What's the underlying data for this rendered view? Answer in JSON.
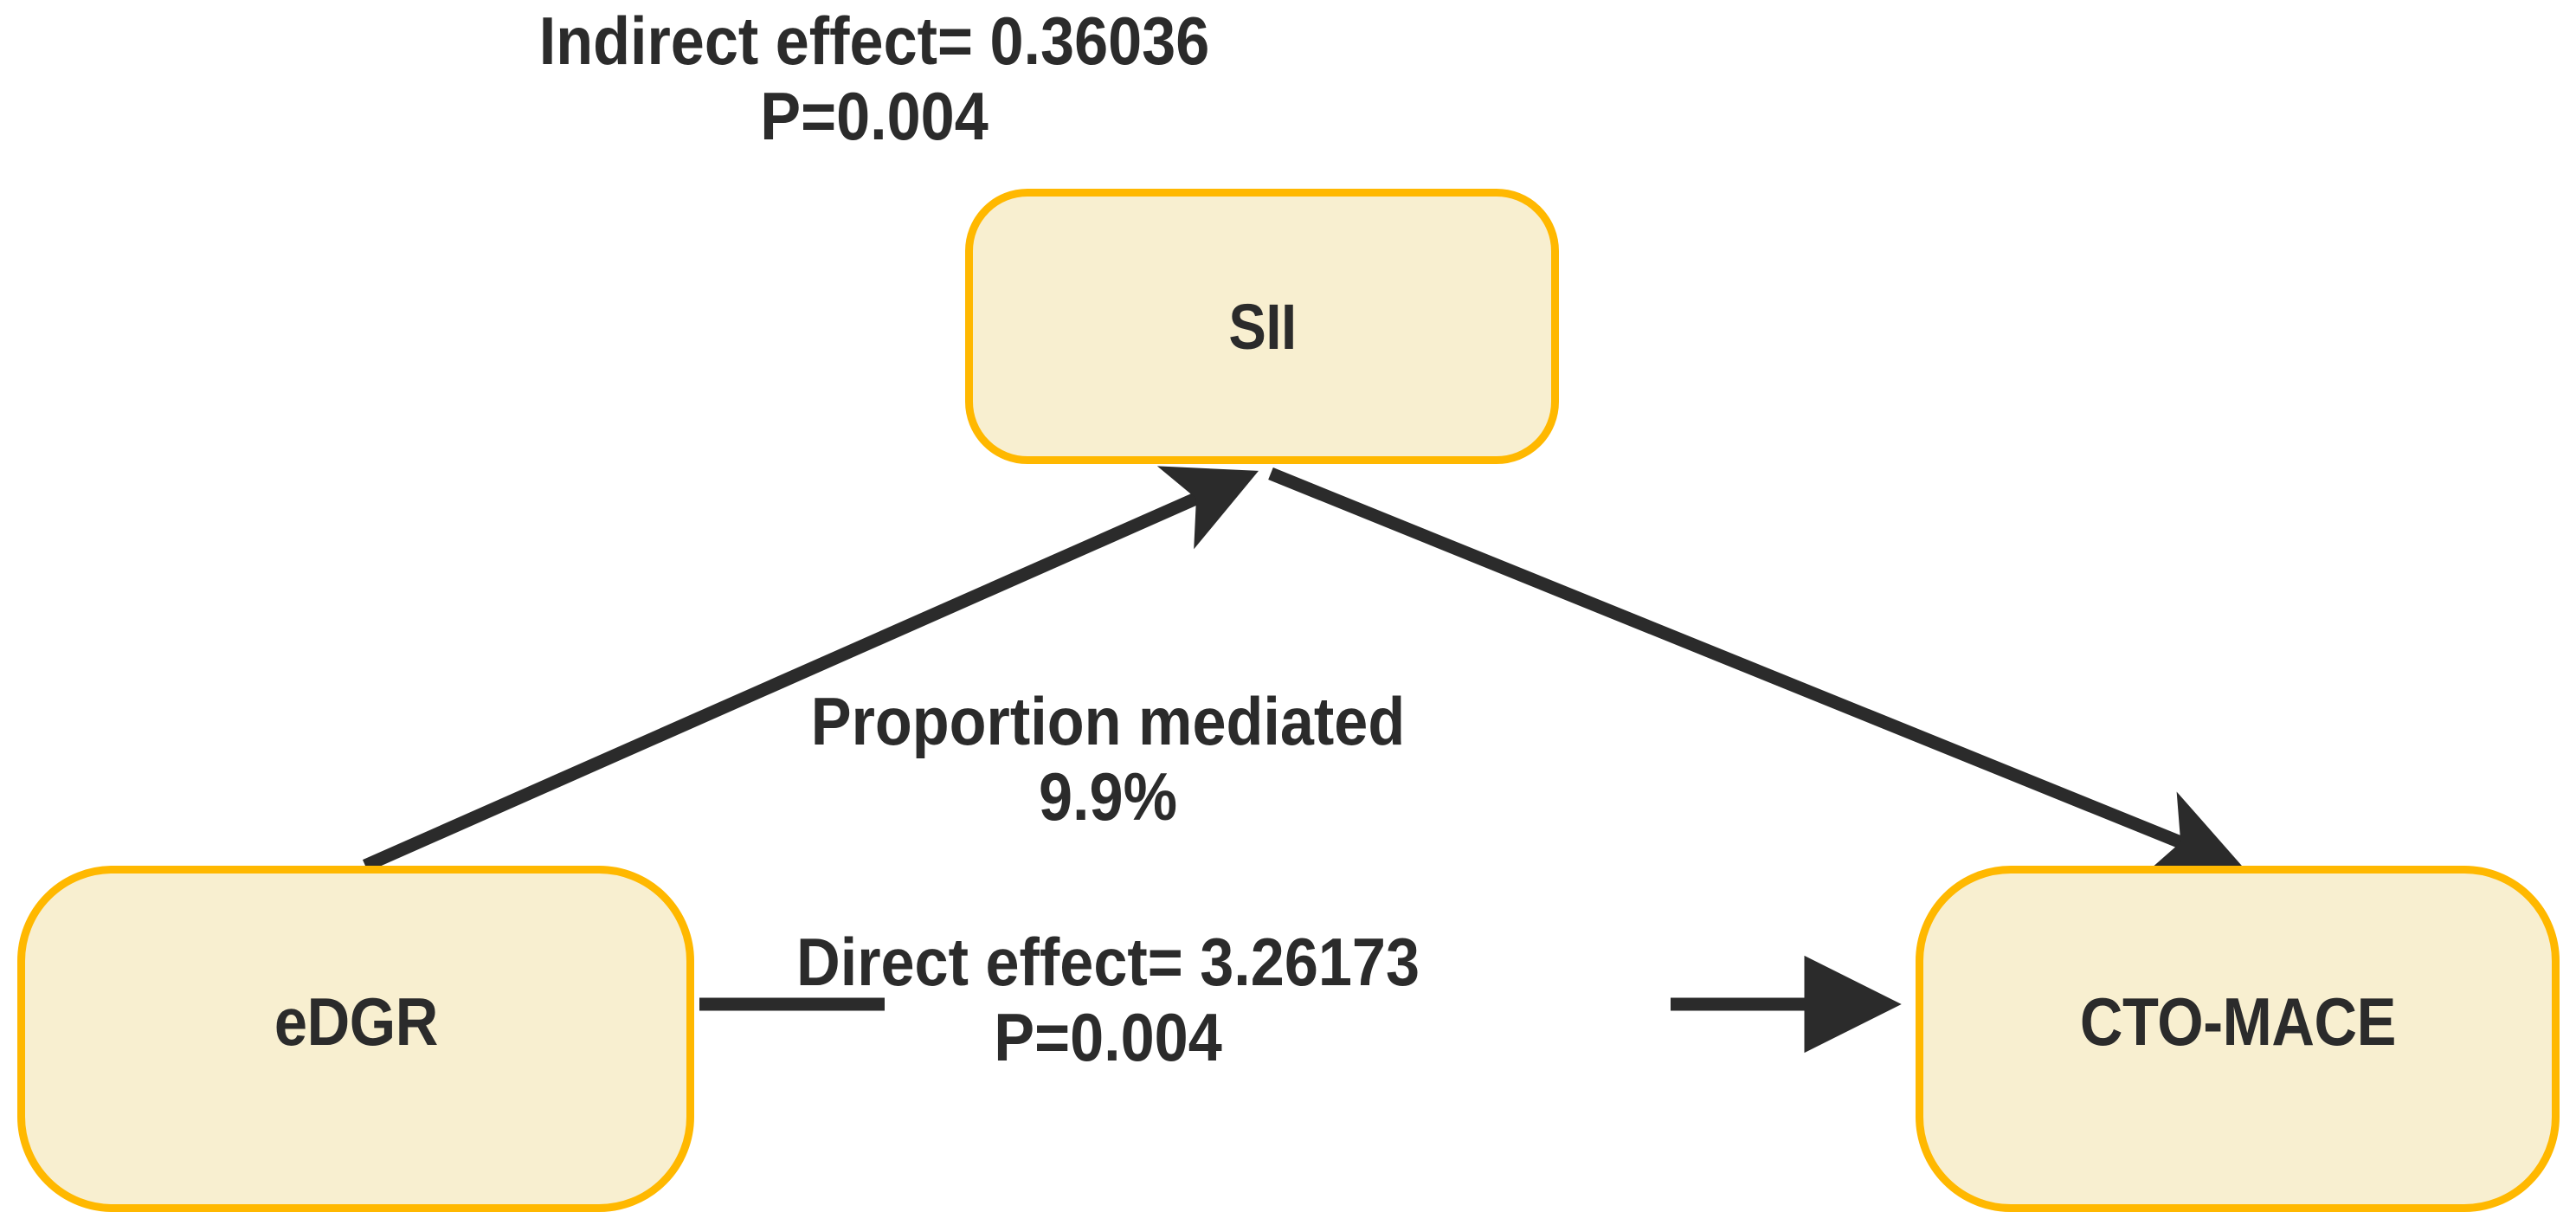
{
  "diagram": {
    "type": "mediation-analysis",
    "title": "",
    "colors": {
      "node_fill": "#F8EFD0",
      "node_border": "#FFB800",
      "text": "#2B2B2B",
      "edge": "#2B2B2B",
      "background": "#FFFFFF"
    },
    "nodes": [
      {
        "id": "sii",
        "label": "SII",
        "role": "mediator"
      },
      {
        "id": "edgr",
        "label": "eDGR",
        "role": "exposure"
      },
      {
        "id": "cto",
        "label": "CTO-MACE",
        "role": "outcome"
      }
    ],
    "edges": [
      {
        "id": "indirect",
        "from": "edgr",
        "to": "sii",
        "arrow": "arrowhead-up-right-icon",
        "label_lines": [
          "Indirect effect= 0.36036",
          "P=0.004"
        ]
      },
      {
        "id": "sii-to-cto",
        "from": "sii",
        "to": "cto",
        "arrow": "arrowhead-down-right-icon",
        "label_lines": []
      },
      {
        "id": "direct",
        "from": "edgr",
        "to": "cto",
        "arrow": "arrowhead-right-icon",
        "label_lines": [
          "Direct effect= 3.26173",
          "P=0.004"
        ]
      }
    ],
    "labels": {
      "indirect_effect": {
        "line1": "Indirect effect= 0.36036",
        "line2": "P=0.004",
        "value": "0.36036",
        "p_value": "0.004"
      },
      "proportion_mediated": {
        "line1": "Proportion mediated",
        "line2": "9.9%",
        "value": "9.9%"
      },
      "direct_effect": {
        "line1": "Direct effect= 3.26173",
        "line2": "P=0.004",
        "value": "3.26173",
        "p_value": "0.004"
      }
    }
  }
}
